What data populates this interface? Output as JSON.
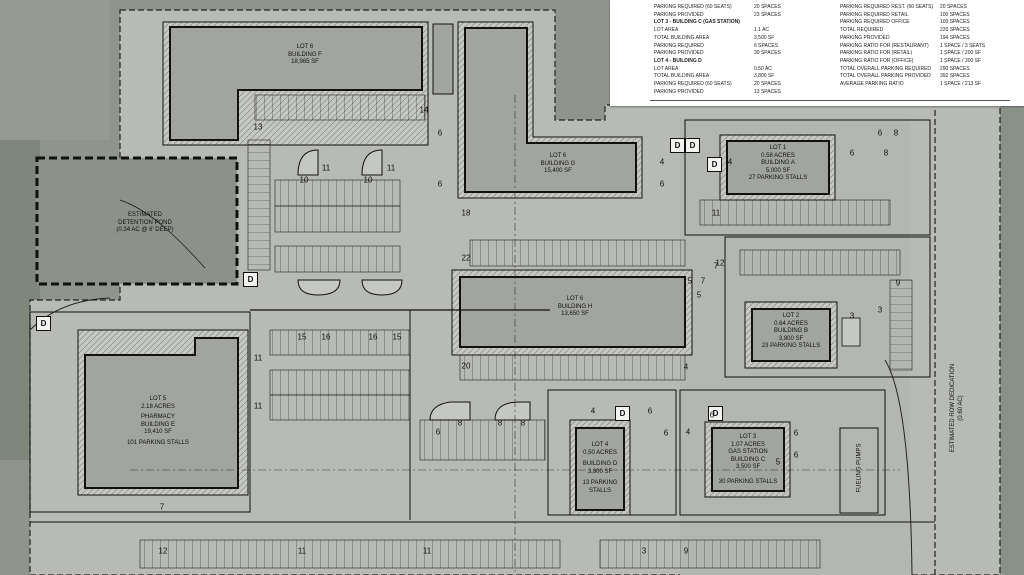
{
  "colors": {
    "aerial_bg": "#8f958d",
    "paving": "#b9bcb8",
    "building_fill": "#9ea19b",
    "line": "#111111",
    "table_bg": "#ffffff"
  },
  "pond": {
    "label_1": "ESTIMATED",
    "label_2": "DETENTION POND",
    "label_3": "(0.34 AC @ 6' DEEP)"
  },
  "lots": {
    "building_f": {
      "lot": "LOT 6",
      "building": "BUILDING F",
      "area": "18,965 SF"
    },
    "building_g": {
      "lot": "LOT 6",
      "building": "BUILDING G",
      "area": "15,400 SF"
    },
    "building_h": {
      "lot": "LOT 6",
      "building": "BUILDING H",
      "area": "13,650 SF"
    },
    "lot1": {
      "lot": "LOT 1",
      "acres": "0.58 ACRES",
      "building": "BUILDING A",
      "area": "5,000 SF",
      "stalls": "27 PARKING STALLS"
    },
    "lot2": {
      "lot": "LOT 2",
      "acres": "0.64 ACRES",
      "building": "BUILDING B",
      "area": "3,800 SF",
      "stalls": "23 PARKING STALLS"
    },
    "lot3": {
      "lot": "LOT 3",
      "acres": "1.07 ACRES",
      "type": "GAS STATION",
      "building": "BUILDING C",
      "area": "3,500 SF",
      "stalls": "30 PARKING STALLS"
    },
    "lot4": {
      "lot": "LOT 4",
      "acres": "0.50 ACRES",
      "building": "BUILDING D",
      "area": "3,800 SF",
      "stalls_1": "13 PARKING",
      "stalls_2": "STALLS"
    },
    "lot5": {
      "lot": "LOT 5",
      "acres": "2.18 ACRES",
      "type": "PHARMACY",
      "building": "BUILDING E",
      "area": "19,410 SF",
      "stalls": "101 PARKING STALLS"
    }
  },
  "fueling_pumps": "FUELING PUMPS",
  "row_dedication_1": "ESTIMATED ROW",
  "row_dedication_2": "DEDICATION",
  "row_dedication_3": "(0.60 AC)",
  "d_marks": [
    "D",
    "D",
    "D",
    "D",
    "D",
    "D",
    "D"
  ],
  "stall_numbers": [
    "14",
    "13",
    "6",
    "10",
    "11",
    "10",
    "11",
    "4",
    "4",
    "6",
    "6",
    "18",
    "22",
    "12",
    "7",
    "20",
    "9",
    "5",
    "11",
    "15",
    "16",
    "16",
    "15",
    "6",
    "8",
    "8",
    "8",
    "6",
    "4",
    "6",
    "6",
    "4",
    "6",
    "11",
    "7",
    "12",
    "11",
    "11",
    "3",
    "9",
    "7",
    "3",
    "6",
    "8",
    "8",
    "4",
    "5",
    "11",
    "3",
    "5",
    "6",
    "6"
  ],
  "table": {
    "left_col": [
      {
        "label": "PARKING REQUIRED (60 SEATS)",
        "value": "20 SPACES"
      },
      {
        "label": "PARKING PROVIDED",
        "value": "23 SPACES"
      },
      {
        "label": "LOT 3 - BUILDING C (GAS STATION)",
        "value": "",
        "head": true
      },
      {
        "label": "LOT AREA",
        "value": "1.1 AC"
      },
      {
        "label": "TOTAL BUILDING AREA",
        "value": "3,500 SF"
      },
      {
        "label": "PARKING REQUIRED",
        "value": "6 SPACES"
      },
      {
        "label": "PARKING PROVIDED",
        "value": "30 SPACES"
      },
      {
        "label": "LOT 4 - BUILDING D",
        "value": "",
        "head": true
      },
      {
        "label": "LOT AREA",
        "value": "0.50 AC"
      },
      {
        "label": "TOTAL BUILDING AREA",
        "value": "3,800 SF"
      },
      {
        "label": "PARKING REQUIRED (60 SEATS)",
        "value": "20 SPACES"
      },
      {
        "label": "PARKING PROVIDED",
        "value": "13 SPACES"
      }
    ],
    "right_col": [
      {
        "label": "PARKING REQUIRED REST. (60 SEATS)",
        "value": "20 SPACES"
      },
      {
        "label": "PARKING REQUIRED RETAIL",
        "value": "100 SPACES"
      },
      {
        "label": "PARKING REQUIRED OFFICE",
        "value": "100 SPACES"
      },
      {
        "label": "TOTAL REQUIRED",
        "value": "220 SPACES"
      },
      {
        "label": "PARKING PROVIDED",
        "value": "194 SPACES"
      },
      {
        "label": "PARKING RATIO FOR (RESTAURANT)",
        "value": "1 SPACE / 3 SEATS"
      },
      {
        "label": "PARKING RATIO FOR (RETAIL)",
        "value": "1 SPACE / 200 SF"
      },
      {
        "label": "PARKING RATIO FOR (OFFICE)",
        "value": "1 SPACE / 300 SF"
      },
      {
        "label": "TOTAL OVERALL PARKING REQUIRED",
        "value": "290 SPACES"
      },
      {
        "label": "TOTAL OVERALL PARKING PROVIDED",
        "value": "392 SPACES"
      },
      {
        "label": "AVERAGE PARKING RATIO",
        "value": "1 SPACE / 213 SF"
      }
    ]
  }
}
